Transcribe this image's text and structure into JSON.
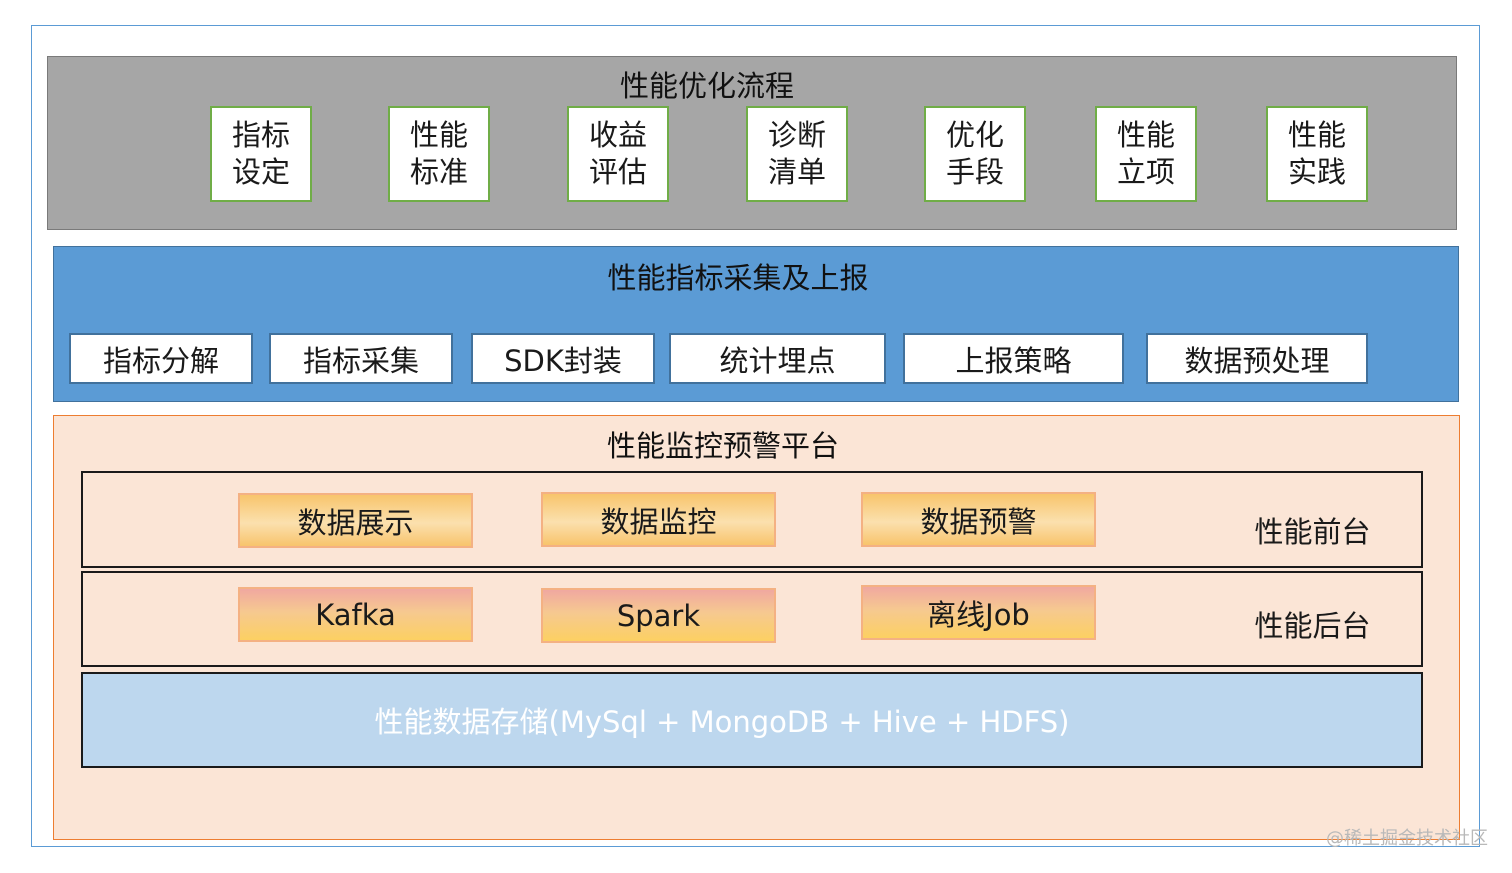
{
  "process": {
    "title": "性能优化流程",
    "steps": [
      {
        "line1": "指标",
        "line2": "设定"
      },
      {
        "line1": "性能",
        "line2": "标准"
      },
      {
        "line1": "收益",
        "line2": "评估"
      },
      {
        "line1": "诊断",
        "line2": "清单"
      },
      {
        "line1": "优化",
        "line2": "手段"
      },
      {
        "line1": "性能",
        "line2": "立项"
      },
      {
        "line1": "性能",
        "line2": "实践"
      }
    ]
  },
  "collection": {
    "title": "性能指标采集及上报",
    "items": [
      "指标分解",
      "指标采集",
      "SDK封装",
      "统计埋点",
      "上报策略",
      "数据预处理"
    ]
  },
  "monitor": {
    "title": "性能监控预警平台",
    "frontend": {
      "label": "性能前台",
      "modules": [
        "数据展示",
        "数据监控",
        "数据预警"
      ]
    },
    "backend": {
      "label": "性能后台",
      "modules": [
        "Kafka",
        "Spark",
        "离线Job"
      ]
    },
    "storage": "性能数据存储(MySql + MongoDB + Hive + HDFS)"
  },
  "watermark": "@稀土掘金技术社区",
  "colors": {
    "process_bg": "#a6a6a6",
    "step_border": "#70ad47",
    "collect_bg": "#5b9bd5",
    "monitor_bg": "#fbe5d6",
    "monitor_border": "#ed7d31",
    "storage_bg": "#bdd7ee"
  }
}
